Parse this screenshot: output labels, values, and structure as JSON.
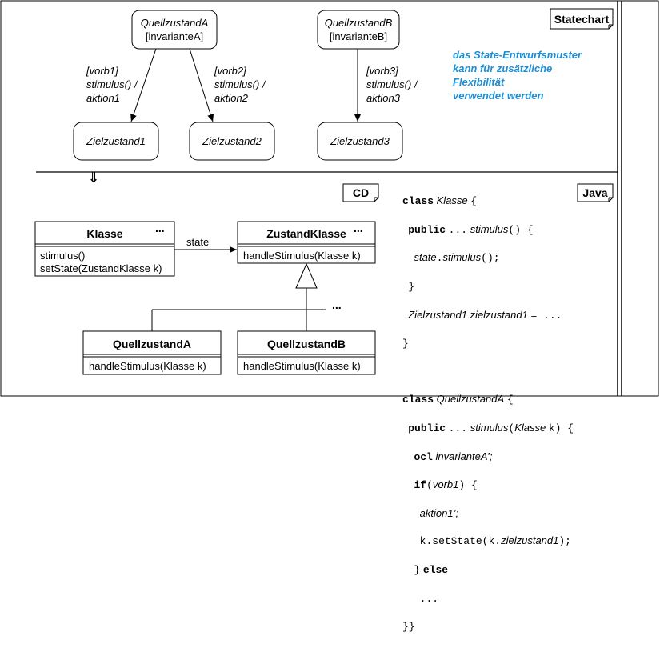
{
  "tags": {
    "statechart": "Statechart",
    "cd": "CD",
    "java": "Java"
  },
  "states": {
    "quellA": {
      "name": "QuellzustandA",
      "invariant": "[invarianteA]"
    },
    "quellB": {
      "name": "QuellzustandB",
      "invariant": "[invarianteB]"
    },
    "ziel1": "Zielzustand1",
    "ziel2": "Zielzustand2",
    "ziel3": "Zielzustand3"
  },
  "transitions": {
    "t1": {
      "guard": "[vorb1]",
      "stimulus": "stimulus() /",
      "action": "aktion1"
    },
    "t2": {
      "guard": "[vorb2]",
      "stimulus": "stimulus() /",
      "action": "aktion2"
    },
    "t3": {
      "guard": "[vorb3]",
      "stimulus": "stimulus() /",
      "action": "aktion3"
    }
  },
  "note": [
    "das State-Entwurfsmuster",
    "kann für zusätzliche",
    "Flexibilität",
    "verwendet werden"
  ],
  "arrow_symbol": "⇓",
  "classes": {
    "klasse": {
      "name": "Klasse",
      "dots": "...",
      "methods": [
        "stimulus()",
        "setState(ZustandKlasse k)"
      ]
    },
    "zustand": {
      "name": "ZustandKlasse",
      "dots": "...",
      "methods": [
        "handleStimulus(Klasse k)"
      ]
    },
    "quellA": {
      "name": "QuellzustandA",
      "methods": [
        "handleStimulus(Klasse k)"
      ]
    },
    "quellB": {
      "name": "QuellzustandB",
      "methods": [
        "handleStimulus(Klasse k)"
      ]
    }
  },
  "assoc_label": "state",
  "inherit_dots": "...",
  "code": {
    "l1": {
      "kw": "class",
      "it": "Klasse",
      "sym": "{"
    },
    "l2": {
      "kw": "public",
      "sym1": "...",
      "it": "stimulus",
      "sym2": "() {"
    },
    "l3": {
      "it1": "state",
      "sym1": ".",
      "it2": "stimulus",
      "sym2": "();"
    },
    "l4": {
      "sym": "}"
    },
    "l5": {
      "it1": "Zielzustand1 zielzustand1",
      "sym": "= ..."
    },
    "l6": {
      "sym": "}"
    },
    "l7": {
      "kw": "class",
      "it": "QuellzustandA",
      "sym": "{"
    },
    "l8": {
      "kw": "public",
      "sym1": "...",
      "it1": "stimulus",
      "sym2": "(",
      "it2": "Klasse",
      "sym3": "k) {"
    },
    "l9": {
      "kw": "ocl",
      "it": "invarianteA’;"
    },
    "l10": {
      "kw": "if",
      "sym1": "(",
      "it": "vorb1",
      "sym2": ") {"
    },
    "l11": {
      "it": "aktion1’;"
    },
    "l12": {
      "sym1": "k.setState(k.",
      "it": "zielzustand1",
      "sym2": ");"
    },
    "l13": {
      "sym": "}",
      "kw": "else"
    },
    "l14": {
      "sym": "..."
    },
    "l15": {
      "sym": "}}"
    }
  }
}
